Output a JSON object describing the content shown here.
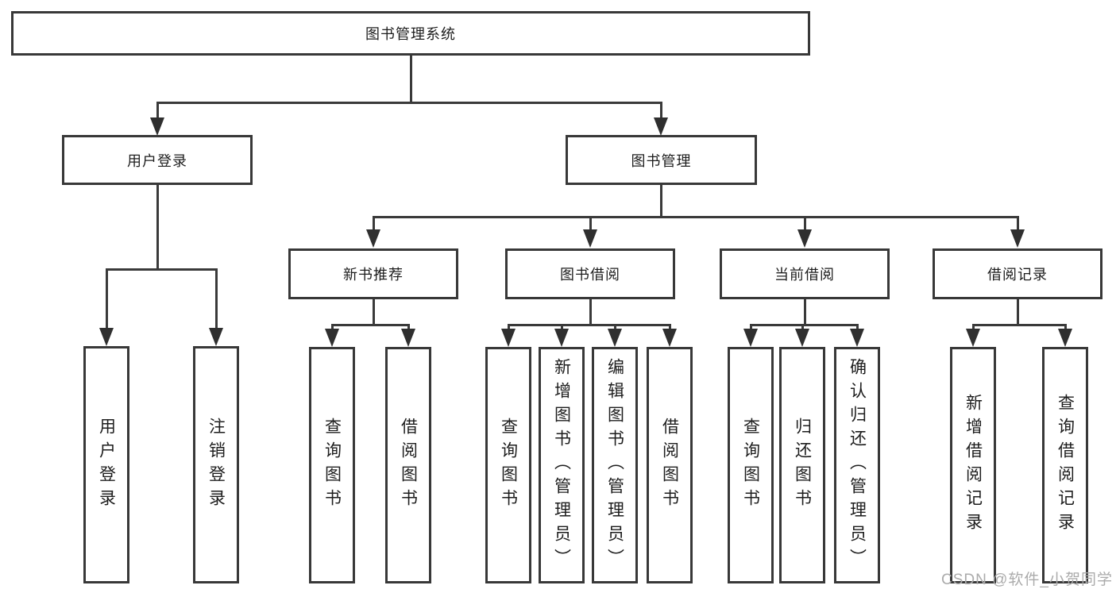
{
  "diagram": {
    "root": {
      "label": "图书管理系统"
    },
    "modules": [
      {
        "label": "用户登录",
        "functions": [
          {
            "label": "用户登录"
          },
          {
            "label": "注销登录"
          }
        ]
      },
      {
        "label": "图书管理",
        "submodules": [
          {
            "label": "新书推荐",
            "functions": [
              {
                "label": "查询图书"
              },
              {
                "label": "借阅图书"
              }
            ]
          },
          {
            "label": "图书借阅",
            "functions": [
              {
                "label": "查询图书"
              },
              {
                "label": "新增图书（管理员）"
              },
              {
                "label": "编辑图书（管理员）"
              },
              {
                "label": "借阅图书"
              }
            ]
          },
          {
            "label": "当前借阅",
            "functions": [
              {
                "label": "查询图书"
              },
              {
                "label": "归还图书"
              },
              {
                "label": "确认归还（管理员）"
              }
            ]
          },
          {
            "label": "借阅记录",
            "functions": [
              {
                "label": "新增借阅记录"
              },
              {
                "label": "查询借阅记录"
              }
            ]
          }
        ]
      }
    ]
  },
  "watermark": {
    "text": "CSDN @软件_小贺同学"
  },
  "colors": {
    "line": "#3a3a3a",
    "box_border": "#383838",
    "text": "#1d1d1d",
    "watermark": "#ababab",
    "background": "#ffffff"
  }
}
